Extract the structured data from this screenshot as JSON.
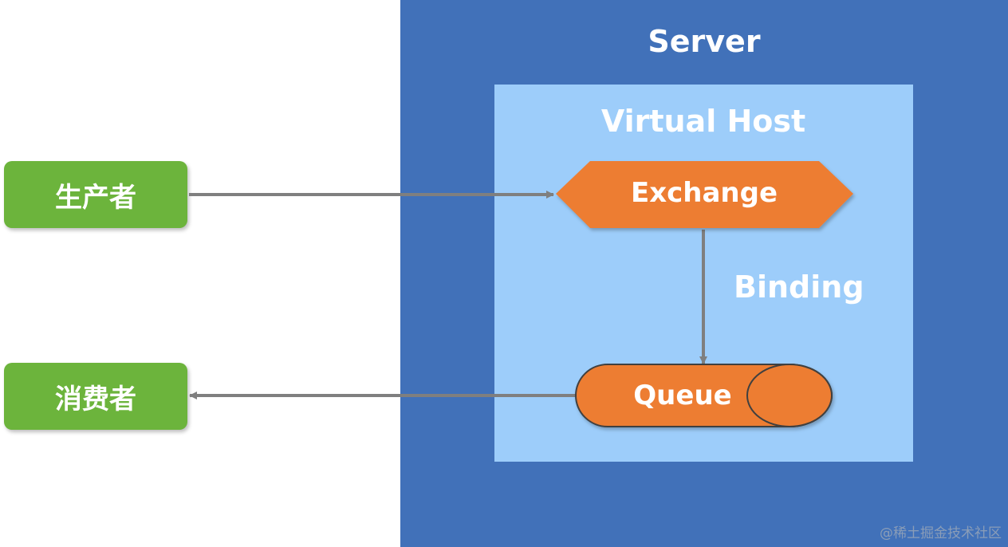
{
  "server": {
    "label": "Server"
  },
  "virtual_host": {
    "label": "Virtual Host"
  },
  "producer": {
    "label": "生产者"
  },
  "consumer": {
    "label": "消费者"
  },
  "exchange": {
    "label": "Exchange"
  },
  "binding": {
    "label": "Binding"
  },
  "queue": {
    "label": "Queue"
  },
  "watermark": {
    "text": "@稀土掘金技术社区"
  },
  "colors": {
    "server_bg": "#4171b9",
    "virtual_host_bg": "#9dcdfa",
    "actor_bg": "#6cb43c",
    "node_bg": "#ed7d31",
    "arrow": "#7f7f7f"
  }
}
